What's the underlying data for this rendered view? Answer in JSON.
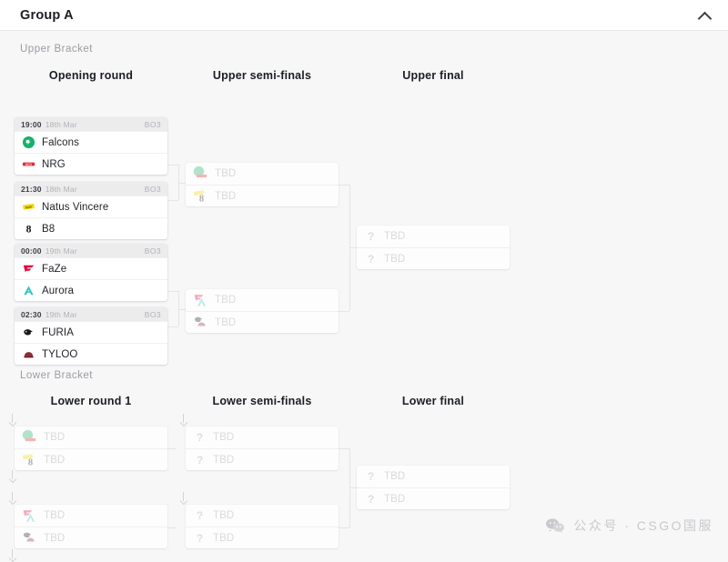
{
  "header": {
    "title": "Group A",
    "collapse_icon": "chevron-up-icon"
  },
  "brackets": {
    "upper": {
      "label": "Upper Bracket",
      "rounds": [
        {
          "title": "Opening round"
        },
        {
          "title": "Upper semi-finals"
        },
        {
          "title": "Upper final"
        }
      ]
    },
    "lower": {
      "label": "Lower Bracket",
      "rounds": [
        {
          "title": "Lower round 1"
        },
        {
          "title": "Lower semi-finals"
        },
        {
          "title": "Lower final"
        }
      ]
    }
  },
  "labels": {
    "tbd": "TBD",
    "bo3": "BO3"
  },
  "matches": {
    "opening": [
      {
        "time": "19:00",
        "date": "18th Mar",
        "format": "BO3",
        "teams": [
          {
            "name": "Falcons",
            "logo": "falcons-logo"
          },
          {
            "name": "NRG",
            "logo": "nrg-logo"
          }
        ]
      },
      {
        "time": "21:30",
        "date": "18th Mar",
        "format": "BO3",
        "teams": [
          {
            "name": "Natus Vincere",
            "logo": "navi-logo"
          },
          {
            "name": "B8",
            "logo": "b8-logo"
          }
        ]
      },
      {
        "time": "00:00",
        "date": "19th Mar",
        "format": "BO3",
        "teams": [
          {
            "name": "FaZe",
            "logo": "faze-logo"
          },
          {
            "name": "Aurora",
            "logo": "aurora-logo"
          }
        ]
      },
      {
        "time": "02:30",
        "date": "19th Mar",
        "format": "BO3",
        "teams": [
          {
            "name": "FURIA",
            "logo": "furia-logo"
          },
          {
            "name": "TYLOO",
            "logo": "tyloo-logo"
          }
        ]
      }
    ],
    "upper_semis": [
      {
        "teams": [
          {
            "name": "TBD"
          },
          {
            "name": "TBD"
          }
        ]
      },
      {
        "teams": [
          {
            "name": "TBD"
          },
          {
            "name": "TBD"
          }
        ]
      }
    ],
    "upper_final": [
      {
        "teams": [
          {
            "name": "TBD"
          },
          {
            "name": "TBD"
          }
        ]
      }
    ],
    "lower_round1": [
      {
        "teams": [
          {
            "name": "TBD"
          },
          {
            "name": "TBD"
          }
        ]
      },
      {
        "teams": [
          {
            "name": "TBD"
          },
          {
            "name": "TBD"
          }
        ]
      }
    ],
    "lower_semis": [
      {
        "teams": [
          {
            "name": "TBD"
          },
          {
            "name": "TBD"
          }
        ]
      },
      {
        "teams": [
          {
            "name": "TBD"
          },
          {
            "name": "TBD"
          }
        ]
      }
    ],
    "lower_final": [
      {
        "teams": [
          {
            "name": "TBD"
          },
          {
            "name": "TBD"
          }
        ]
      }
    ]
  },
  "watermark": {
    "text": "公众号 · CSGO国服",
    "icon": "wechat-icon"
  },
  "colors": {
    "background": "#f7f7f8",
    "card": "#ffffff",
    "meta_bar": "#ececed",
    "text": "#1f2227",
    "muted": "#9a9ca1",
    "ghost_text": "#d9dadd",
    "connector": "#e4e5e7",
    "falcons": "#17b06b",
    "nrg": "#e3262f",
    "navi": "#f5d800",
    "b8": "#111111",
    "faze": "#e4003a",
    "aurora": "#2ec4c4",
    "furia": "#1a1a1a",
    "tyloo": "#8c2b34"
  }
}
